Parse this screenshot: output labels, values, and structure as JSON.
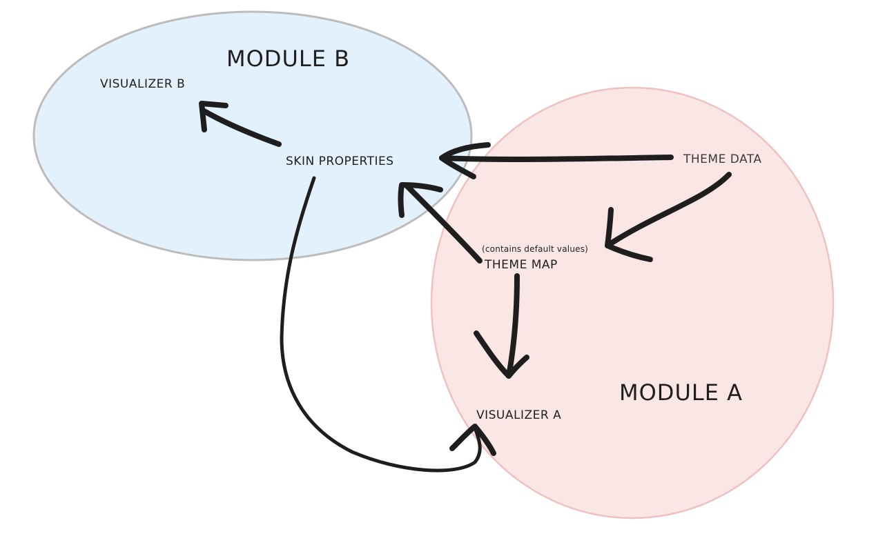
{
  "modules": {
    "b": {
      "title": "MODULE B",
      "fill": "#e3f1fd",
      "stroke": "#bcbcbc"
    },
    "a": {
      "title": "MODULE A",
      "fill": "#fbe3e3",
      "stroke": "#efc1c1"
    }
  },
  "nodes": {
    "visualizer_b": "VISUALIZER B",
    "skin_properties": "SKIN PROPERTIES",
    "theme_data": "THEME DATA",
    "theme_map": "THEME MAP",
    "theme_map_note": "(contains default values)",
    "visualizer_a": "VISUALIZER A"
  },
  "edges": [
    {
      "from": "skin_properties",
      "to": "visualizer_b"
    },
    {
      "from": "theme_data",
      "to": "skin_properties"
    },
    {
      "from": "theme_data",
      "to": "theme_map"
    },
    {
      "from": "theme_map",
      "to": "skin_properties"
    },
    {
      "from": "theme_map",
      "to": "visualizer_a"
    },
    {
      "from": "skin_properties",
      "to": "visualizer_a"
    }
  ],
  "colors": {
    "ink": "#1e1e1e"
  }
}
